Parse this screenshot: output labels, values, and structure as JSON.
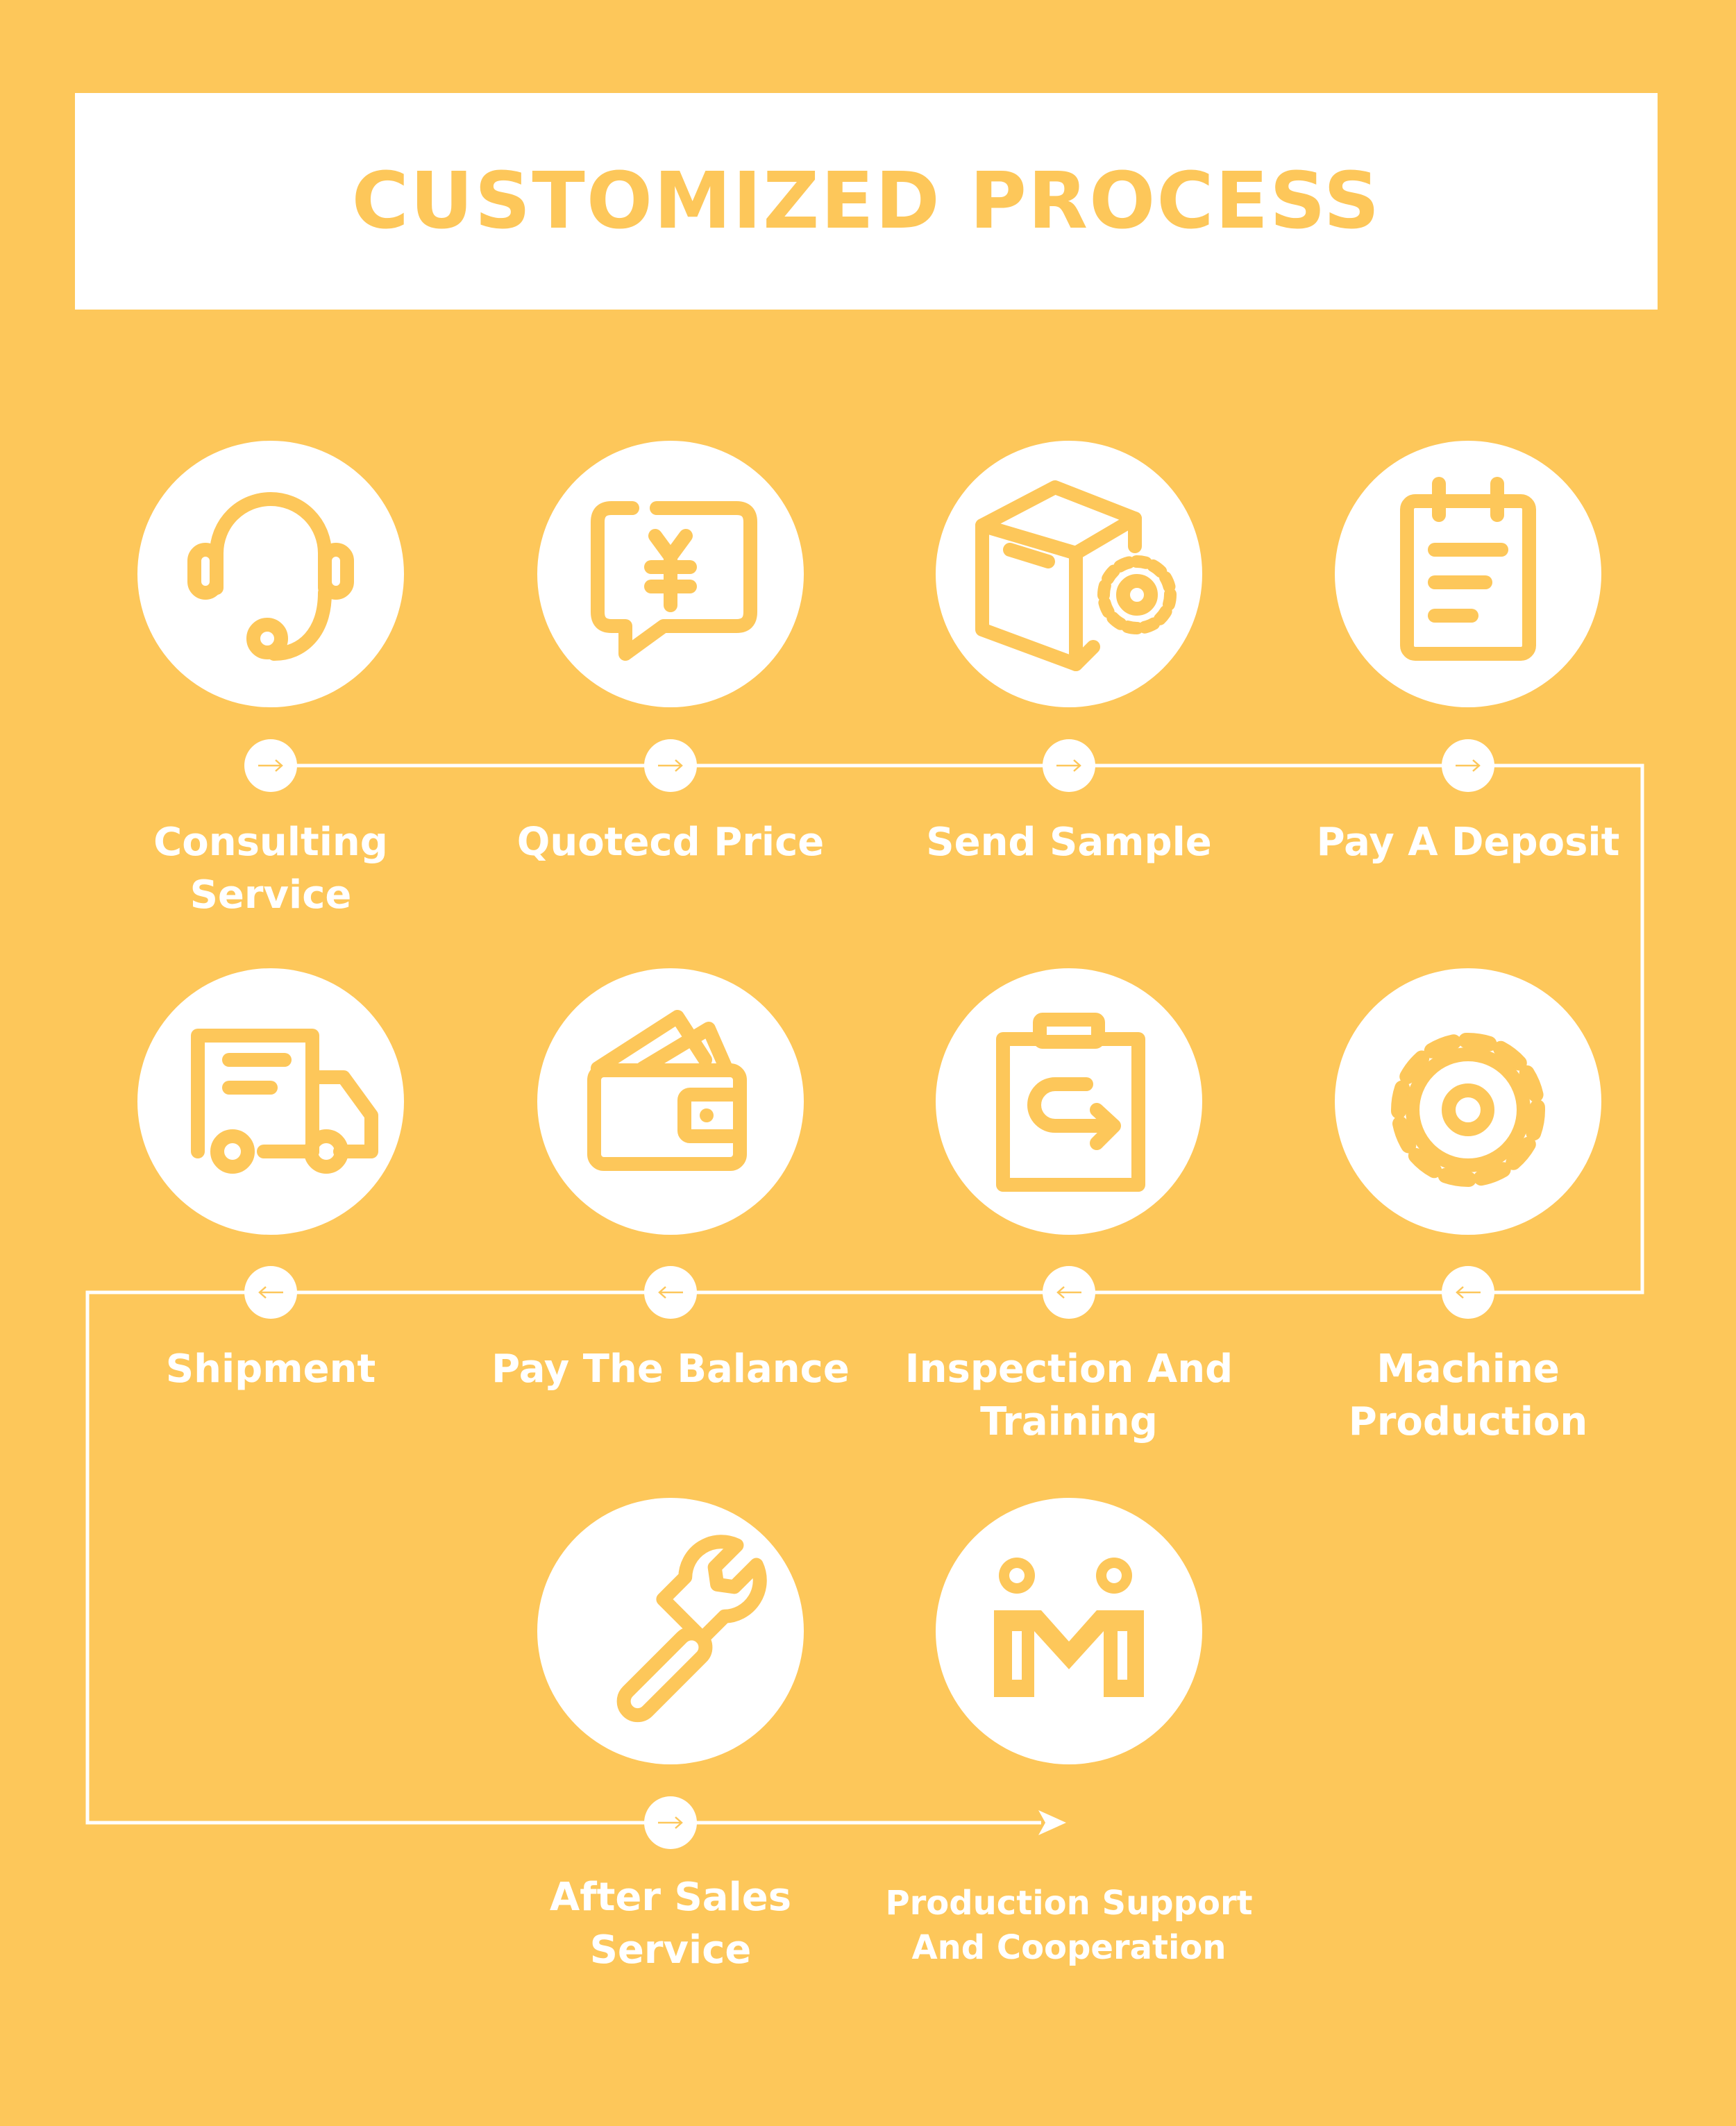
{
  "title": "CUSTOMIZED PROCESS",
  "colors": {
    "background": "#FDC75A",
    "foreground": "#FFFFFF"
  },
  "steps": [
    {
      "icon": "headset-icon",
      "lines": [
        "Consulting Service"
      ]
    },
    {
      "icon": "price-quote-icon",
      "lines": [
        "Quotecd Price"
      ]
    },
    {
      "icon": "box-gear-icon",
      "lines": [
        "Send Sample"
      ]
    },
    {
      "icon": "notepad-icon",
      "lines": [
        "Pay A Deposit"
      ]
    },
    {
      "icon": "gear-icon",
      "lines": [
        "Machine",
        "Production"
      ]
    },
    {
      "icon": "clipboard-return-icon",
      "lines": [
        "Inspection And",
        "Training"
      ]
    },
    {
      "icon": "wallet-icon",
      "lines": [
        "Pay The Balance"
      ]
    },
    {
      "icon": "truck-icon",
      "lines": [
        "Shipment"
      ]
    },
    {
      "icon": "wrench-icon",
      "lines": [
        "After Sales Service"
      ]
    },
    {
      "icon": "cooperation-icon",
      "lines": [
        "Production Support",
        "And Cooperation"
      ]
    }
  ]
}
